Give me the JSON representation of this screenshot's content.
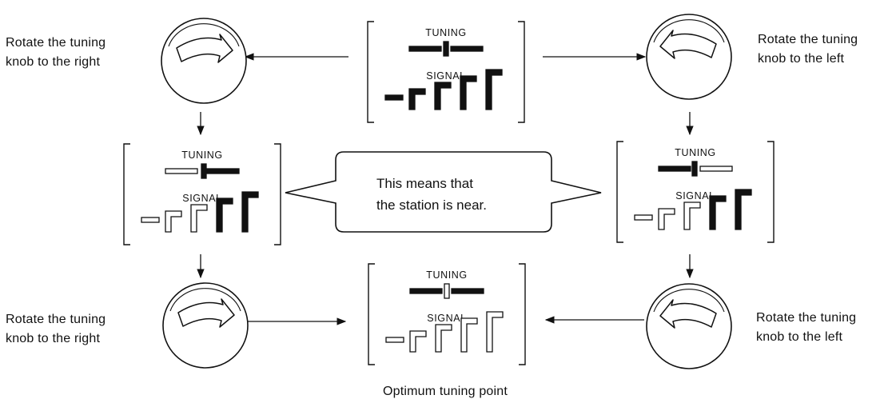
{
  "captions": {
    "top_left": [
      "Rotate the tuning",
      "knob to the right"
    ],
    "top_right": [
      "Rotate the tuning",
      "knob to the left"
    ],
    "bottom_left": [
      "Rotate the tuning",
      "knob to the right"
    ],
    "bottom_right": [
      "Rotate the tuning",
      "knob to the left"
    ],
    "optimum": "Optimum tuning point"
  },
  "bubble": [
    "This means that",
    "the station is near."
  ],
  "meter_labels": {
    "tuning": "TUNING",
    "signal": "SIGNAL"
  },
  "panels": [
    {
      "id": "top-center",
      "tuning_pointer": "center",
      "left_bar": "filled",
      "right_bar": "filled",
      "signal_bars": [
        "filled",
        "filled",
        "filled",
        "filled",
        "filled"
      ]
    },
    {
      "id": "mid-left",
      "tuning_pointer": "right",
      "left_bar": "empty",
      "right_bar": "filled",
      "signal_bars": [
        "empty",
        "empty",
        "empty",
        "filled",
        "filled"
      ]
    },
    {
      "id": "mid-right",
      "tuning_pointer": "left",
      "left_bar": "filled",
      "right_bar": "empty",
      "signal_bars": [
        "empty",
        "empty",
        "empty",
        "filled",
        "filled"
      ]
    },
    {
      "id": "bottom-center",
      "tuning_pointer": "center-empty",
      "left_bar": "filled",
      "right_bar": "filled",
      "signal_bars": [
        "empty",
        "empty",
        "empty",
        "empty",
        "empty"
      ]
    }
  ],
  "knobs": [
    {
      "id": "top-left",
      "arrow": "right"
    },
    {
      "id": "top-right",
      "arrow": "left"
    },
    {
      "id": "bottom-left",
      "arrow": "right"
    },
    {
      "id": "bottom-right",
      "arrow": "left"
    }
  ],
  "colors": {
    "ink": "#111111",
    "paper": "#ffffff"
  }
}
